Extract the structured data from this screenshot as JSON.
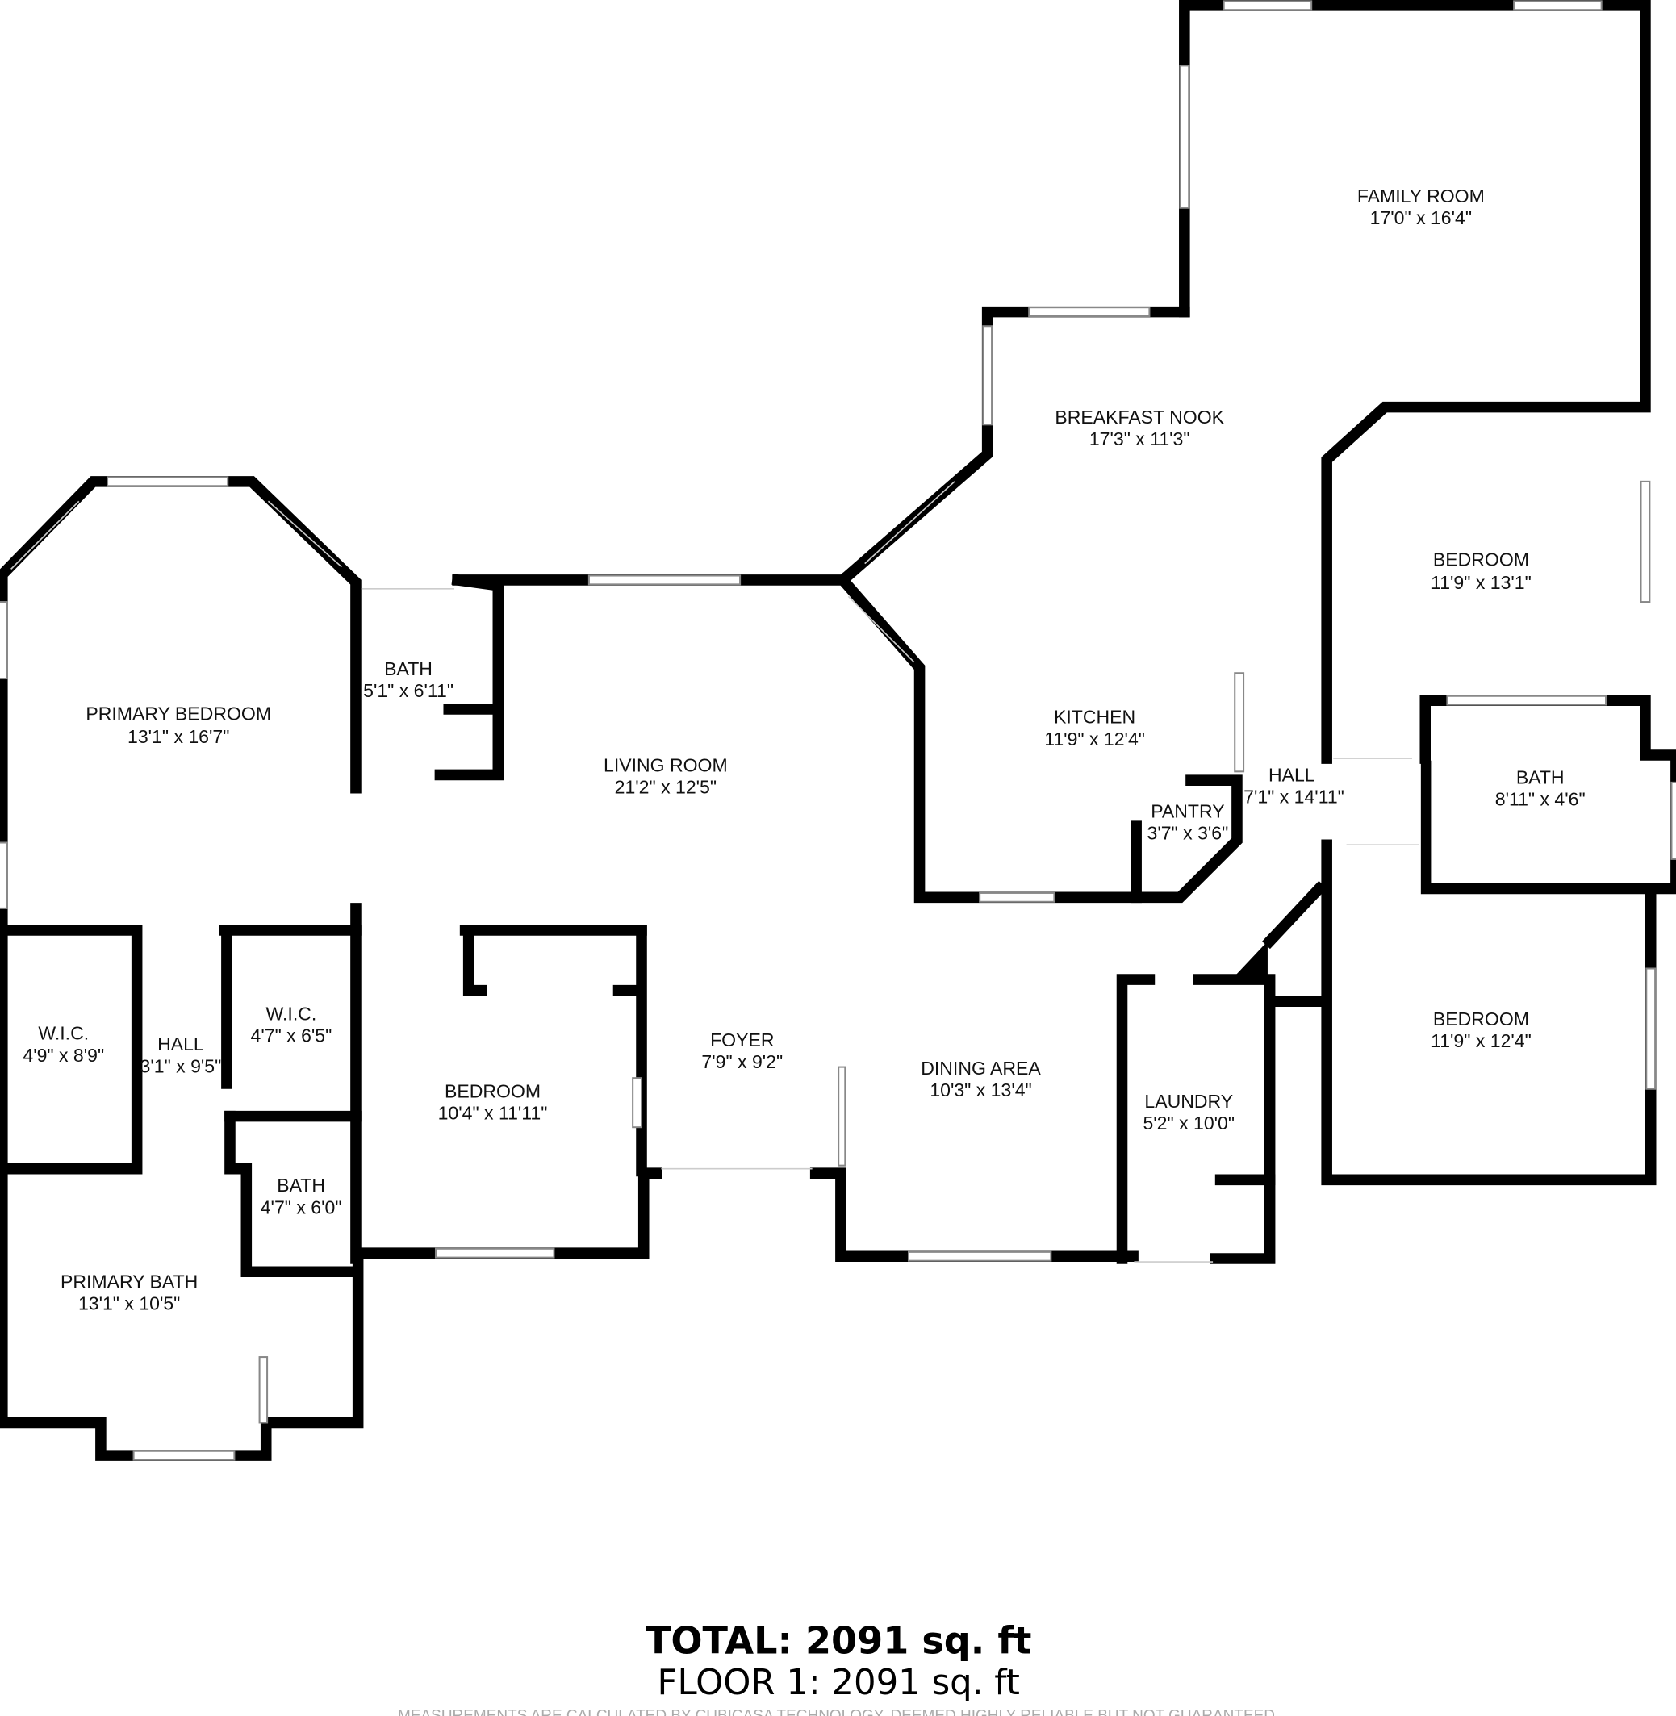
{
  "rooms": [
    {
      "name": "FAMILY ROOM",
      "dims": "17'0\" x 16'4\""
    },
    {
      "name": "BREAKFAST NOOK",
      "dims": "17'3\" x 11'3\""
    },
    {
      "name": "BEDROOM",
      "dims": "11'9\" x 13'1\""
    },
    {
      "name": "PRIMARY BEDROOM",
      "dims": "13'1\" x 16'7\""
    },
    {
      "name": "BATH",
      "dims": "5'1\" x 6'11\""
    },
    {
      "name": "LIVING ROOM",
      "dims": "21'2\" x 12'5\""
    },
    {
      "name": "KITCHEN",
      "dims": "11'9\" x 12'4\""
    },
    {
      "name": "HALL",
      "dims": "7'1\" x 14'11\""
    },
    {
      "name": "PANTRY",
      "dims": "3'7\" x 3'6\""
    },
    {
      "name": "BATH",
      "dims": "8'11\" x 4'6\""
    },
    {
      "name": "W.I.C.",
      "dims": "4'9\" x 8'9\""
    },
    {
      "name": "HALL",
      "dims": "3'1\" x 9'5\""
    },
    {
      "name": "W.I.C.",
      "dims": "4'7\" x 6'5\""
    },
    {
      "name": "BEDROOM",
      "dims": "10'4\" x 11'11\""
    },
    {
      "name": "FOYER",
      "dims": "7'9\" x 9'2\""
    },
    {
      "name": "DINING AREA",
      "dims": "10'3\" x 13'4\""
    },
    {
      "name": "LAUNDRY",
      "dims": "5'2\" x 10'0\""
    },
    {
      "name": "BEDROOM",
      "dims": "11'9\" x 12'4\""
    },
    {
      "name": "BATH",
      "dims": "4'7\" x 6'0\""
    },
    {
      "name": "PRIMARY BATH",
      "dims": "13'1\" x 10'5\""
    }
  ],
  "summary": {
    "total": "TOTAL: 2091 sq. ft",
    "floor": "FLOOR 1: 2091 sq. ft",
    "disclaimer": "MEASUREMENTS ARE CALCULATED BY CUBICASA TECHNOLOGY. DEEMED HIGHLY RELIABLE BUT NOT GUARANTEED."
  }
}
